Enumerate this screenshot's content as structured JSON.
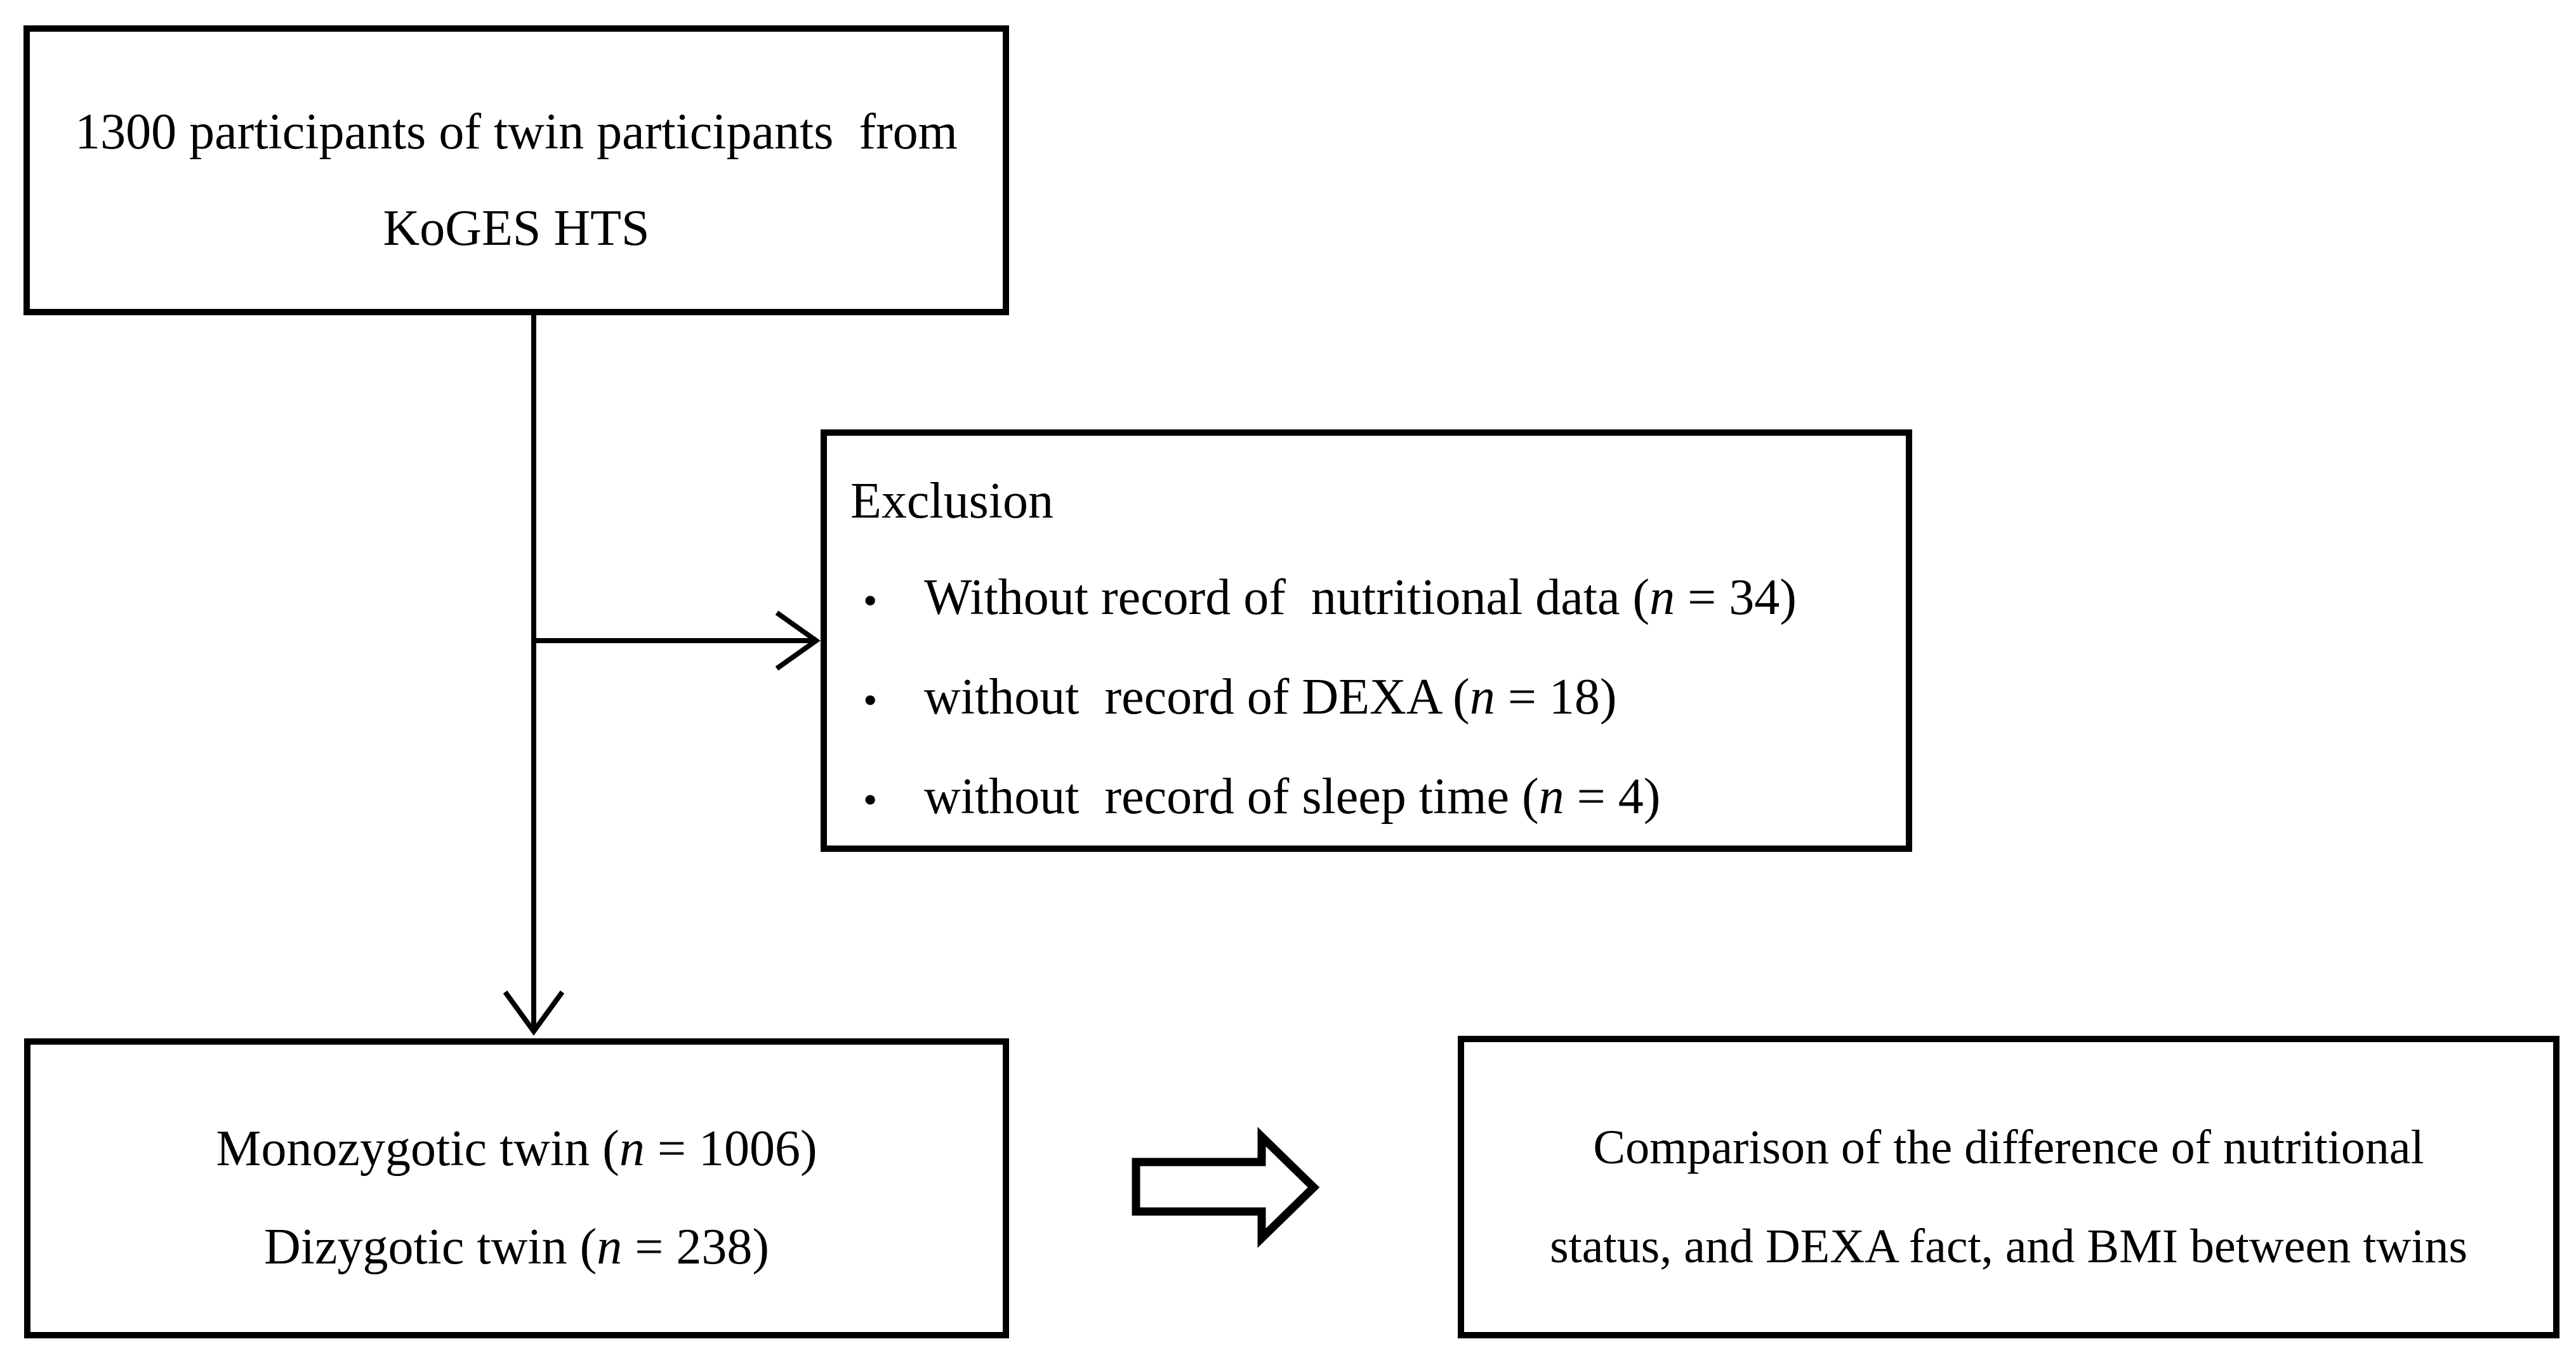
{
  "colors": {
    "background": "#ffffff",
    "line": "#000000",
    "text": "#000000"
  },
  "bullet_char": "•",
  "boxes": {
    "participants": {
      "lines": [
        "1300 participants of twin participants  from",
        "KoGES HTS"
      ]
    },
    "exclusion": {
      "title": "Exclusion",
      "bullets": [
        {
          "pre": "Without record of  nutritional data (",
          "var": "n",
          "post": " = 34)"
        },
        {
          "pre": "without  record of DEXA (",
          "var": "n",
          "post": " = 18)"
        },
        {
          "pre": "without  record of sleep time (",
          "var": "n",
          "post": " = 4)"
        }
      ]
    },
    "twins": {
      "lines": [
        {
          "pre": "Monozygotic twin (",
          "var": "n",
          "post": " = 1006)"
        },
        {
          "pre": "Dizygotic twin (",
          "var": "n",
          "post": " = 238)"
        }
      ]
    },
    "comparison": {
      "lines": [
        "Comparison of the difference of nutritional",
        "status, and DEXA fact, and BMI between twins"
      ]
    }
  }
}
